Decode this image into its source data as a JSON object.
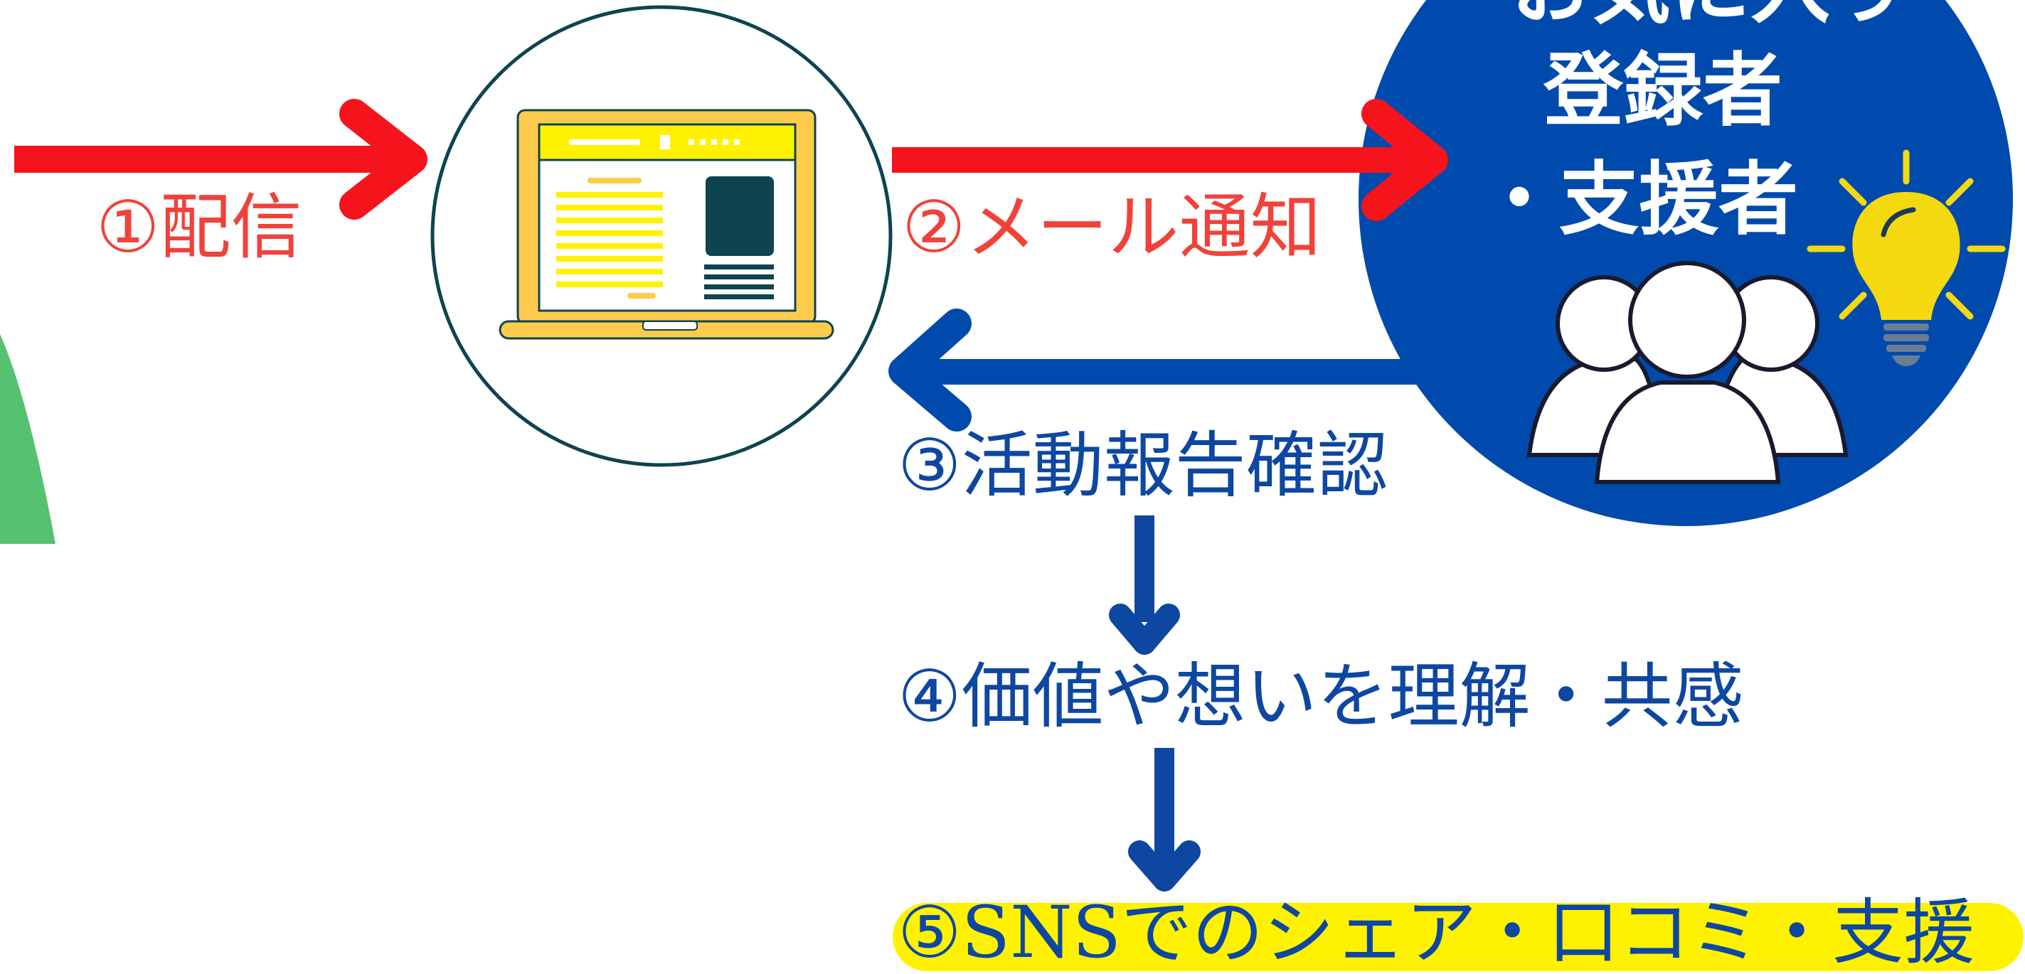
{
  "audience": {
    "lines": [
      "お気に入り",
      "登録者",
      "・支援者"
    ]
  },
  "steps": [
    {
      "label": "①配信"
    },
    {
      "label": "②メール通知"
    },
    {
      "label": "③活動報告確認"
    },
    {
      "label": "④価値や想いを理解・共感"
    },
    {
      "label": "⑤SNSでのシェア・口コミ・支援"
    }
  ],
  "colors": {
    "red": "#f0423a",
    "arrow_red": "#f5141b",
    "blue": "#0d47a1",
    "circle_blue": "#004aad",
    "highlight": "#fff200",
    "laptop_yellow": "#ffcb4c",
    "green": "#56c271"
  },
  "icons": [
    "laptop-icon",
    "users-group-icon",
    "lightbulb-icon"
  ]
}
